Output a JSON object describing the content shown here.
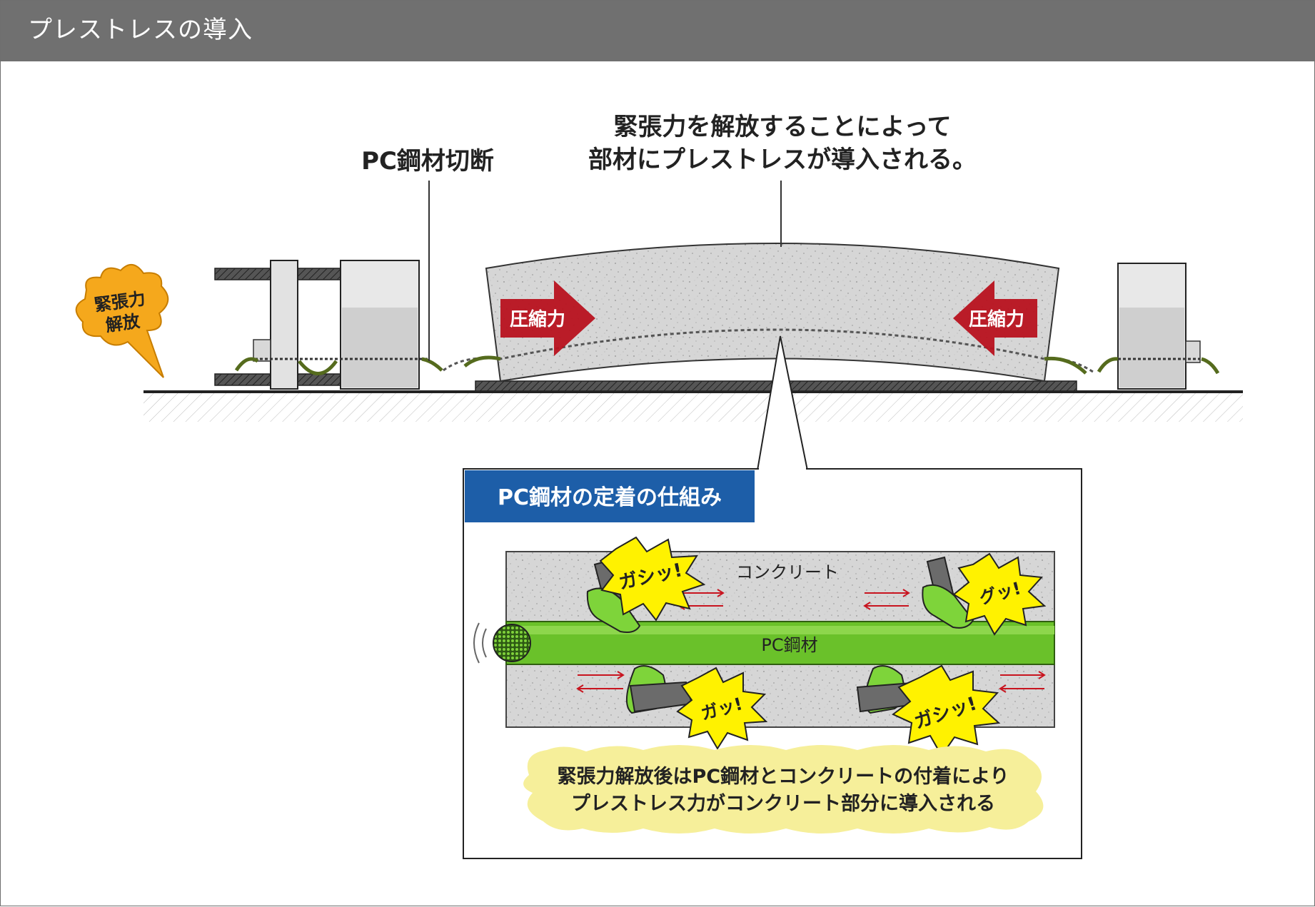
{
  "header": {
    "title": "プレストレスの導入"
  },
  "labels": {
    "cut": "PC鋼材切断",
    "prestress_line1": "緊張力を解放することによって",
    "prestress_line2": "部材にプレストレスが導入される。",
    "release_line1": "緊張力",
    "release_line2": "解放",
    "compression_left": "圧縮力",
    "compression_right": "圧縮力"
  },
  "detail": {
    "title": "PC鋼材の定着の仕組み",
    "concrete": "コンクリート",
    "steel": "PC鋼材",
    "sfx1": "ガシッ!",
    "sfx2": "グッ!",
    "sfx3": "ガッ!",
    "sfx4": "ガシッ!",
    "note_line1": "緊張力解放後はPC鋼材とコンクリートの付着により",
    "note_line2": "プレストレス力がコンクリート部分に導入される"
  },
  "colors": {
    "header": "#707070",
    "arrow_red": "#b8121f",
    "steel_green": "#6ac12a",
    "burst_yellow": "#fff200",
    "release_orange": "#f5a81c",
    "detail_blue": "#1d5ea8",
    "note_yellow": "#f6ef9a"
  }
}
